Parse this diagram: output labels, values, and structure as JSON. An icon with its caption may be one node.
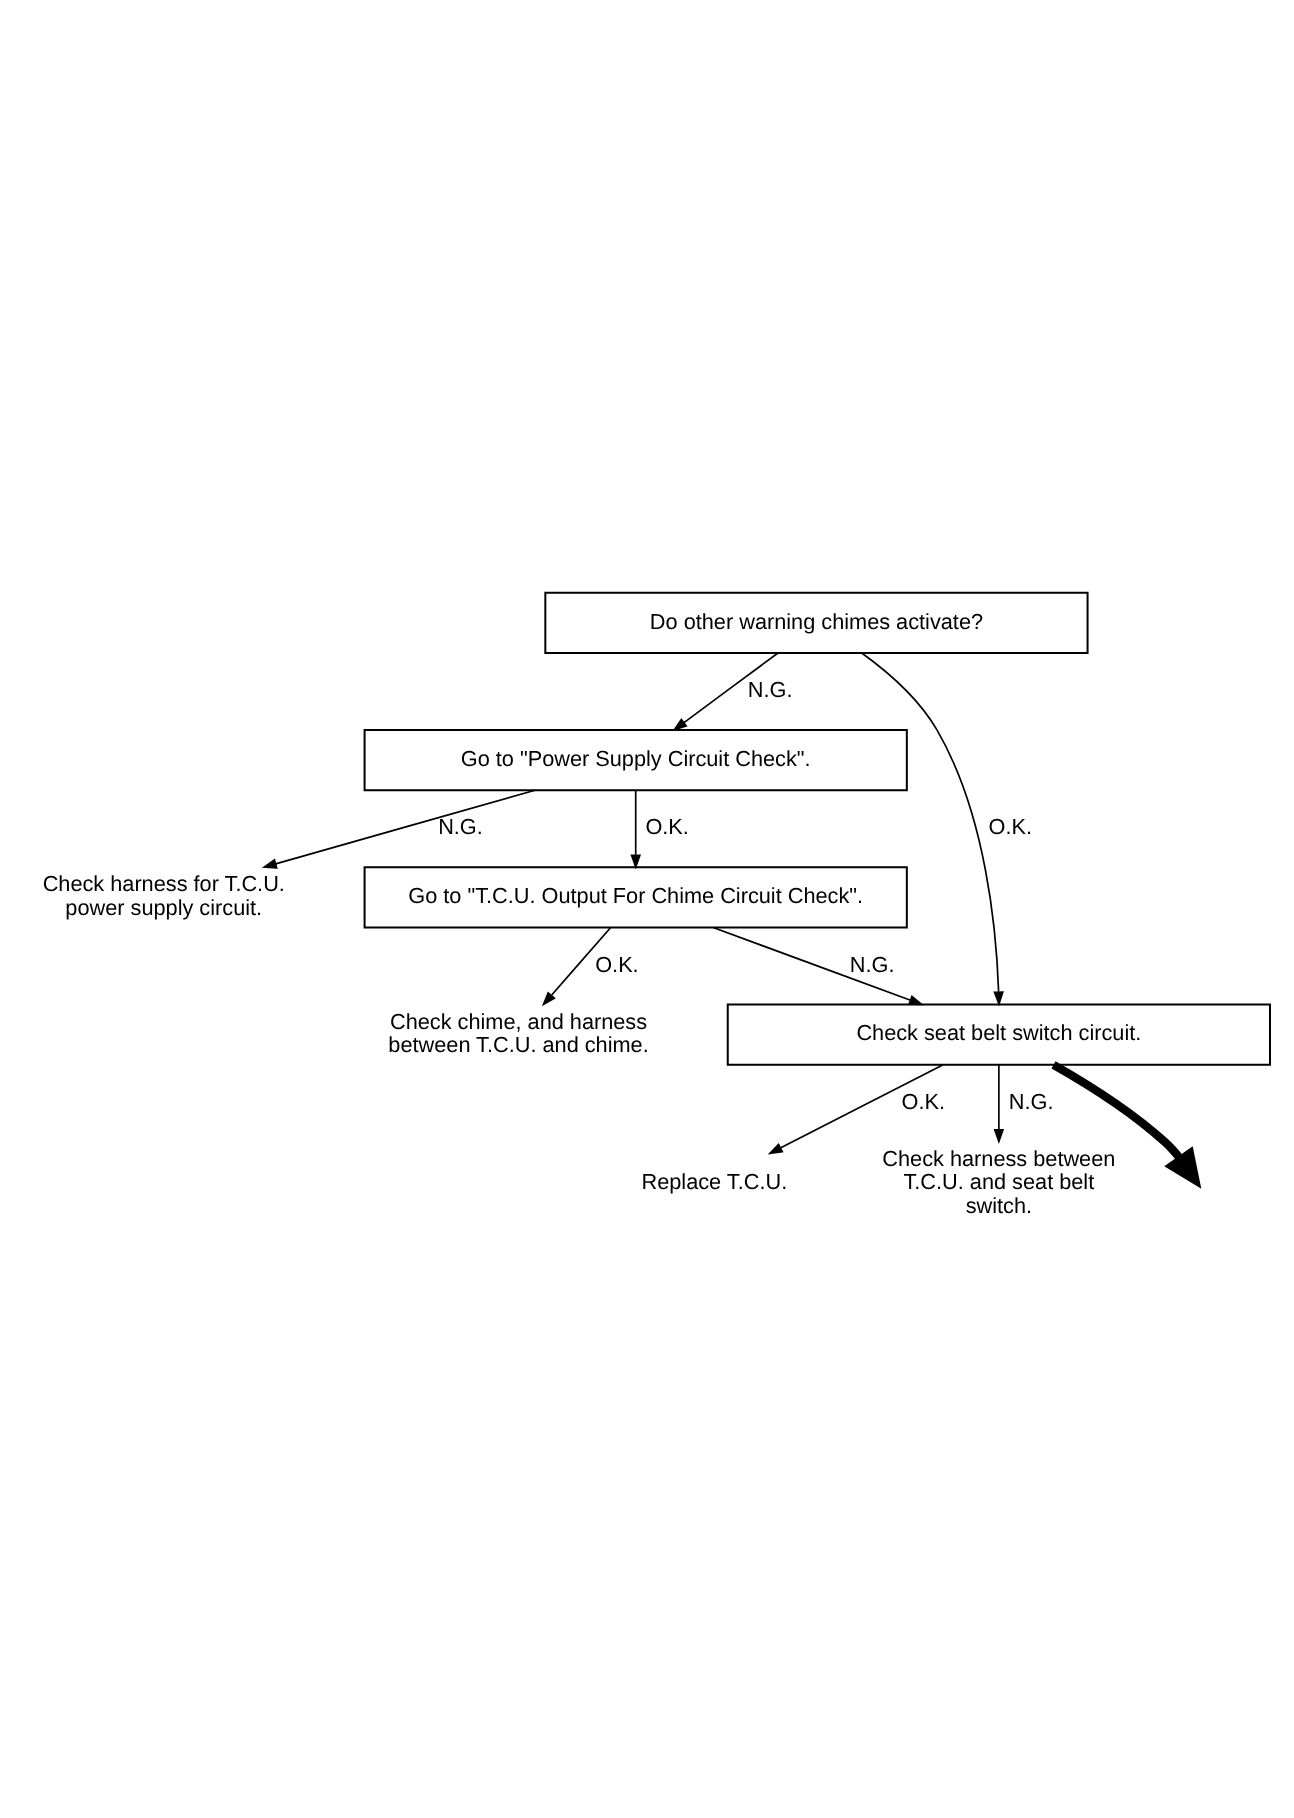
{
  "diagram": {
    "nodes": [
      {
        "text": [
          "Do other warning chimes activate?"
        ]
      },
      {
        "text": [
          "Go to \"Power Supply Circuit Check\"."
        ]
      },
      {
        "text": [
          "Check harness for T.C.U. power supply circuit."
        ]
      },
      {
        "text": [
          "Go to \"T.C.U. Output For Chime Circuit Check\"."
        ]
      },
      {
        "text": [
          "Check chime, and harness between T.C.U. and chime."
        ]
      },
      {
        "text": [
          "Check seat belt switch circuit."
        ]
      },
      {
        "text": [
          "Replace T.C.U."
        ]
      },
      {
        "text": [
          "Check harness between T.C.U. and seat belt switch."
        ]
      }
    ],
    "edges": [
      {
        "from": 0,
        "to": 1,
        "arrow": "to",
        "label": "N.G."
      },
      {
        "from": 0,
        "to": 5,
        "arrow": "to",
        "label": "O.K."
      },
      {
        "from": 1,
        "to": 3,
        "arrow": "to",
        "label": "O.K."
      },
      {
        "from": 1,
        "to": 2,
        "arrow": "to",
        "label": "N.G."
      },
      {
        "from": 3,
        "to": 5,
        "arrow": "to",
        "label": "N.G."
      },
      {
        "from": 3,
        "to": 4,
        "arrow": "to",
        "label": "O.K."
      },
      {
        "from": 5,
        "to": 6,
        "arrow": "to",
        "label": "O.K."
      },
      {
        "from": 5,
        "to": 7,
        "arrow": "to",
        "label": "N.G."
      },
      {
        "from": 5,
        "to": null,
        "arrow": "to",
        "style": "thick"
      }
    ]
  }
}
